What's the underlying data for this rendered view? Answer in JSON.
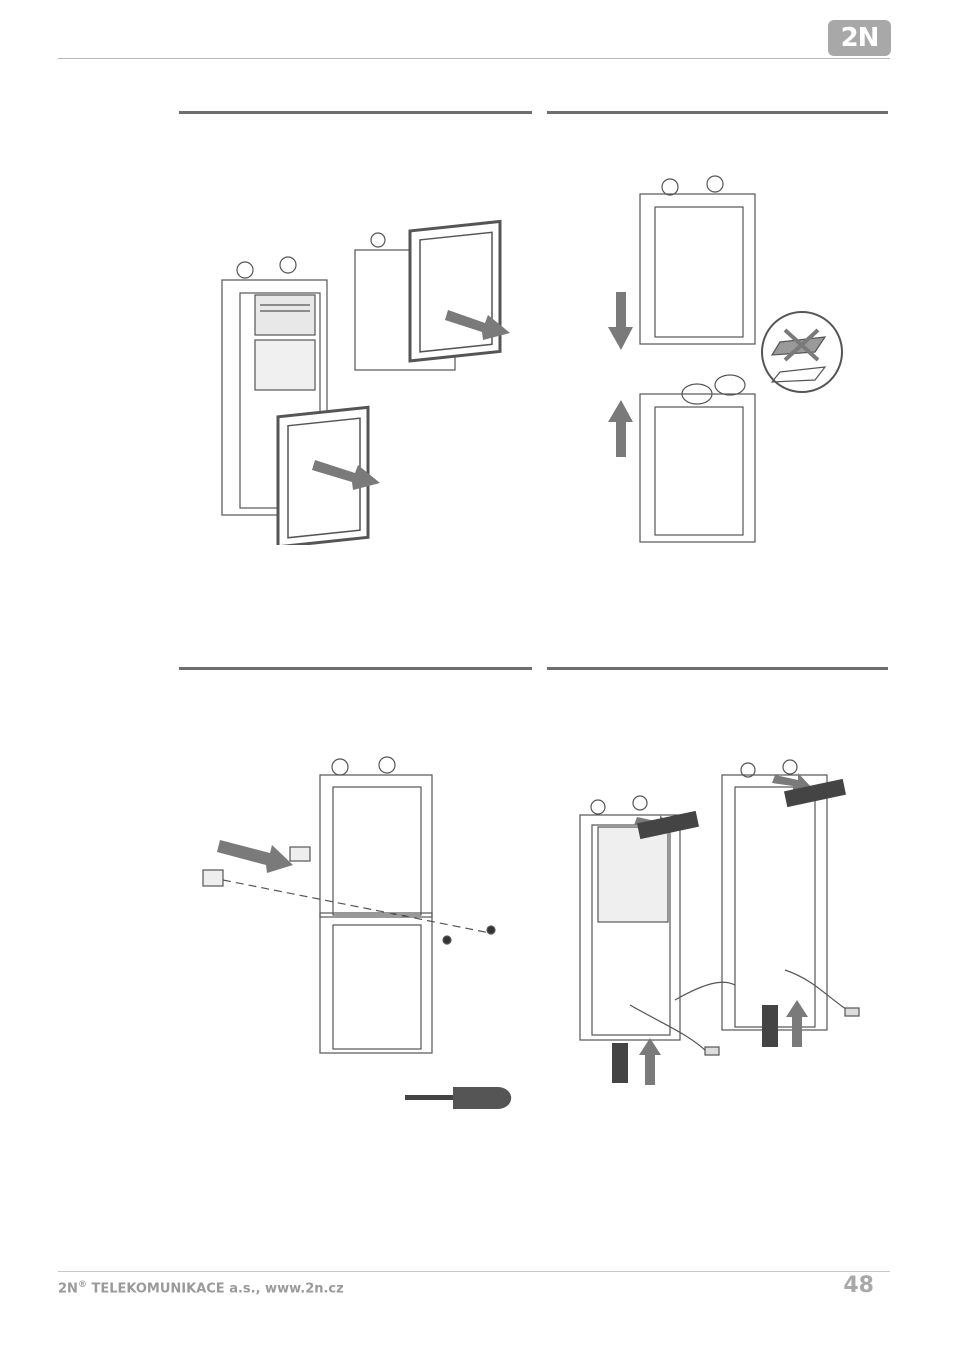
{
  "header": {
    "logo_text": "2N"
  },
  "sections": [
    {
      "id": "remove-glass-panels",
      "icon": "remove-panels-illustration"
    },
    {
      "id": "join-frames-vertically",
      "icon": "stack-frames-illustration"
    },
    {
      "id": "fasten-frame-connectors",
      "icon": "connector-screws-illustration"
    },
    {
      "id": "attach-clips-and-cables",
      "icon": "clips-cables-illustration"
    }
  ],
  "footer": {
    "brand": "2N",
    "registered": "®",
    "company": " TELEKOMUNIKACE a.s., www.2n.cz",
    "page_number": "48"
  },
  "colors": {
    "rule": "#6e6e6e",
    "logo": "#a8a8a8",
    "arrow": "#7a7a7a"
  }
}
